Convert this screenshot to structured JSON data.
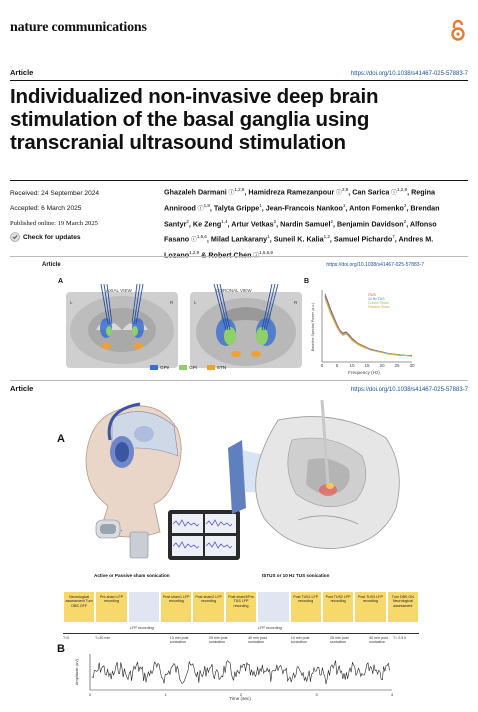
{
  "header": {
    "journal": "nature communications"
  },
  "article": {
    "label": "Article",
    "doi": "https://doi.org/10.1038/s41467-025-57883-7",
    "title_lines": [
      "Individualized non-invasive deep brain",
      "stimulation of the basal ganglia using",
      "transcranial ultrasound stimulation"
    ],
    "received": "Received: 24 September 2024",
    "accepted": "Accepted: 6 March 2025",
    "published": "Published online: 19 March 2025",
    "check_updates": "Check for updates"
  },
  "authors": [
    {
      "name": "Ghazaleh Darmani",
      "sup": "1,2,8",
      "orcid": true
    },
    {
      "name": "Hamidreza Ramezanpour",
      "sup": "3,8",
      "orcid": true
    },
    {
      "name": "Can Sarica",
      "sup": "1,2,8",
      "orcid": true
    },
    {
      "name": "Regina Annirood",
      "sup": "1,8",
      "orcid": true
    },
    {
      "name": "Talyta Grippe",
      "sup": "1",
      "orcid": false
    },
    {
      "name": "Jean-Francois Nankoo",
      "sup": "1",
      "orcid": false
    },
    {
      "name": "Anton Fomenko",
      "sup": "2",
      "orcid": false
    },
    {
      "name": "Brendan Santyr",
      "sup": "2",
      "orcid": false
    },
    {
      "name": "Ke Zeng",
      "sup": "1,4",
      "orcid": false
    },
    {
      "name": "Artur Vetkas",
      "sup": "2",
      "orcid": false
    },
    {
      "name": "Nardin Samuel",
      "sup": "2",
      "orcid": false
    },
    {
      "name": "Benjamin Davidson",
      "sup": "2",
      "orcid": false
    },
    {
      "name": "Alfonso Fasano",
      "sup": "1,5,6",
      "orcid": true
    },
    {
      "name": "Milad Lankarany",
      "sup": "1",
      "orcid": false
    },
    {
      "name": "Suneil K. Kalia",
      "sup": "1,2",
      "orcid": false
    },
    {
      "name": "Samuel Pichardo",
      "sup": "7",
      "orcid": false
    },
    {
      "name": "Andres M. Lozano",
      "sup": "1,2,9",
      "orcid": false
    },
    {
      "name": "Robert Chen",
      "sup": "1,5,6,9",
      "orcid": true
    }
  ],
  "figure1": {
    "article_label": "Article",
    "doi": "https://doi.org/10.1038/s41467-025-57883-7",
    "panel_a": "A",
    "panel_b": "B",
    "axial_view": "AXIAL VIEW",
    "coronal_view": "CORONAL VIEW",
    "L": "L",
    "R": "R",
    "legend": [
      {
        "label": "GPe",
        "color": "#3a6fd0"
      },
      {
        "label": "GPi",
        "color": "#8fd06a"
      },
      {
        "label": "STN",
        "color": "#f0a030"
      }
    ]
  },
  "chart_data": {
    "type": "line",
    "title": "",
    "xlabel": "Frequency (Hz)",
    "ylabel": "Baseline Spectral Power (a.u.)",
    "xlim": [
      0,
      30
    ],
    "x_ticks": [
      "0",
      "5",
      "10",
      "15",
      "20",
      "25",
      "30"
    ],
    "x": [
      1,
      3,
      5,
      6,
      7,
      8,
      9,
      10,
      12,
      14,
      16,
      18,
      20,
      22,
      24,
      26,
      28,
      30
    ],
    "series": [
      {
        "name": "ITUS",
        "color": "#d24848",
        "values": [
          0.95,
          0.72,
          0.52,
          0.44,
          0.4,
          0.42,
          0.38,
          0.33,
          0.26,
          0.22,
          0.18,
          0.16,
          0.14,
          0.12,
          0.11,
          0.1,
          0.09,
          0.09
        ]
      },
      {
        "name": "10 Hz TUS",
        "color": "#4a78c8",
        "values": [
          0.92,
          0.7,
          0.5,
          0.43,
          0.39,
          0.41,
          0.37,
          0.32,
          0.25,
          0.21,
          0.18,
          0.16,
          0.14,
          0.12,
          0.11,
          0.1,
          0.09,
          0.09
        ]
      },
      {
        "name": "Control Sham",
        "color": "#8fc75a",
        "values": [
          0.9,
          0.68,
          0.49,
          0.42,
          0.38,
          0.4,
          0.36,
          0.31,
          0.25,
          0.21,
          0.17,
          0.15,
          0.13,
          0.12,
          0.11,
          0.1,
          0.09,
          0.08
        ]
      },
      {
        "name": "Passive Sham",
        "color": "#e9a640",
        "values": [
          0.88,
          0.66,
          0.48,
          0.41,
          0.37,
          0.39,
          0.35,
          0.3,
          0.24,
          0.2,
          0.17,
          0.15,
          0.13,
          0.11,
          0.1,
          0.09,
          0.09,
          0.08
        ]
      }
    ]
  },
  "figure2": {
    "article_label": "Article",
    "doi": "https://doi.org/10.1038/s41467-025-57883-7",
    "panel_a": "A",
    "panel_b": "B",
    "active_sham": "Active or Passive sham sonication",
    "tbtus": "tbTUS or 10 Hz TUS sonication",
    "lfp_recording": "LFP recording",
    "timeline_boxes": [
      "Neurological assessment Turn DBS OFF",
      "Pre-sham LFP recording",
      "",
      "Post sham1 LFP recording",
      "Post sham2 LFP recording",
      "Post sham3/Pre TUS LFP recording",
      "",
      "Post TUS1 LFP recording",
      "Post TUS2 LFP recording",
      "Post TUS3 LFP recording",
      "Turn DBS ON Neurological assessment"
    ],
    "timeline_ticks": [
      "T=0",
      "T=30 min",
      "10 min post sonication",
      "25 min post sonication",
      "40 min post sonication",
      "10 min post sonication",
      "25 min post sonication",
      "40 min post sonication",
      "T= 2.5 h"
    ],
    "trace_ylabel": "Amplitude (uV)",
    "trace_xlabel": "Time (sec)",
    "trace_xticks": [
      "0",
      "1",
      "2",
      "3",
      "4"
    ]
  }
}
